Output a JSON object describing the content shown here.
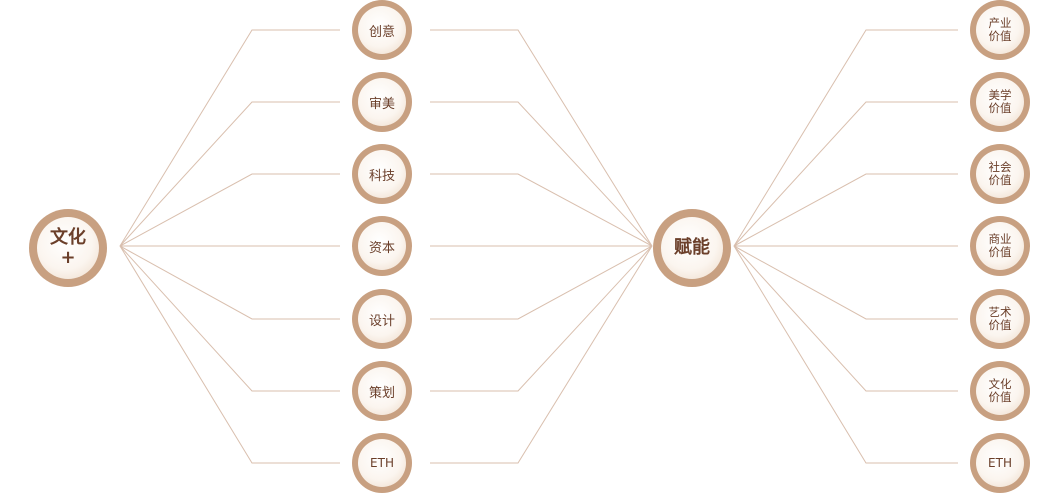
{
  "root": {
    "label": "文化\n+"
  },
  "hub": {
    "label": "赋能"
  },
  "left_nodes": [
    {
      "label": "创意"
    },
    {
      "label": "审美"
    },
    {
      "label": "科技"
    },
    {
      "label": "资本"
    },
    {
      "label": "设计"
    },
    {
      "label": "策划"
    },
    {
      "label": "ETH"
    }
  ],
  "right_nodes": [
    {
      "label": "产业\n价值"
    },
    {
      "label": "美学\n价值"
    },
    {
      "label": "社会\n价值"
    },
    {
      "label": "商业\n价值"
    },
    {
      "label": "艺术\n价值"
    },
    {
      "label": "文化\n价值"
    },
    {
      "label": "ETH"
    }
  ],
  "colors": {
    "line": "#d9bfae",
    "ring": "#c8a081",
    "text": "#6b3f2a"
  }
}
